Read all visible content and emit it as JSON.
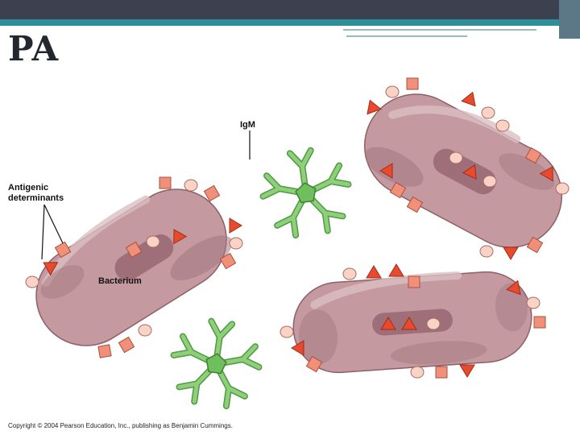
{
  "slide": {
    "title": "PA",
    "copyright": "Copyright © 2004 Pearson Education, Inc., publishing as Benjamin Cummings."
  },
  "diagram": {
    "label_igm": "IgM",
    "label_antigenic_line1": "Antigenic",
    "label_antigenic_line2": "determinants",
    "label_bacterium": "Bacterium"
  },
  "colors": {
    "bacterium_fill": "#c49aa0",
    "bacterium_shade": "#9e6f78",
    "antibody": "#8fcf7a",
    "antibody_outline": "#4f9a44",
    "square_marker": "#f08f7a",
    "triangle_marker": "#e84a2e",
    "round_marker": "#f9d4c6"
  }
}
